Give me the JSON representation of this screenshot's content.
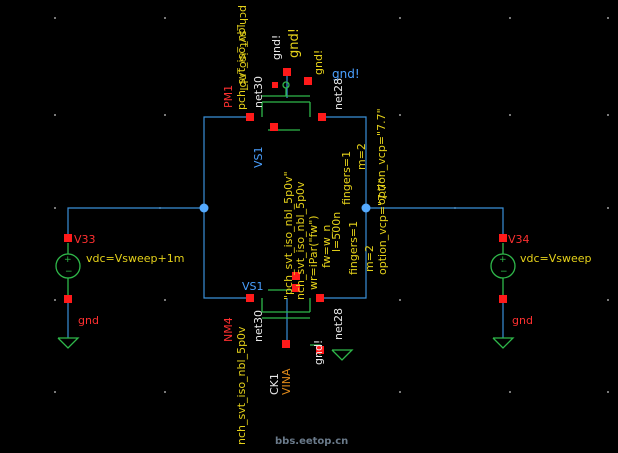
{
  "pm1": {
    "name": "PM1",
    "model": "pch_svt_iso_nbl",
    "net_left": "net30",
    "net_right": "net28",
    "gnd_a": "gnd!",
    "gnd_b": "gnd!",
    "gnd_c": "gnd!",
    "vs": "VS1"
  },
  "nm4": {
    "name": "NM4",
    "model": "nch_svt_iso_nbl_5p0v",
    "net_left": "net30",
    "net_right": "net28",
    "vs": "VS1",
    "gnd": "gnd!",
    "ck": "CK1",
    "vin": "VINA"
  },
  "overlay": {
    "line1": "\"pch_svt_iso_nbl_5p0v\"",
    "line2": "nch_svt_iso_nbl_5p0v",
    "line3": "fingers=1",
    "line4": "m=2",
    "line5": "option_vcp=\"7.7\"",
    "line6": "wr=iPar(\"fw\")",
    "line7": "fw=w_n",
    "line8": "l=500n",
    "line9": "fingers=1",
    "line10": "m=2",
    "line11": "option_vcp=\"7.7\""
  },
  "v33": {
    "name": "V33",
    "param": "vdc=Vsweep+1m",
    "gnd": "gnd"
  },
  "v34": {
    "name": "V34",
    "param": "vdc=Vsweep",
    "gnd": "gnd"
  },
  "watermark": "bbs.eetop.cn",
  "colors": {
    "wire": "#3a8fd8",
    "device": "#2fb84a",
    "pin": "#ff1a1a",
    "label": "#e6d21a"
  }
}
